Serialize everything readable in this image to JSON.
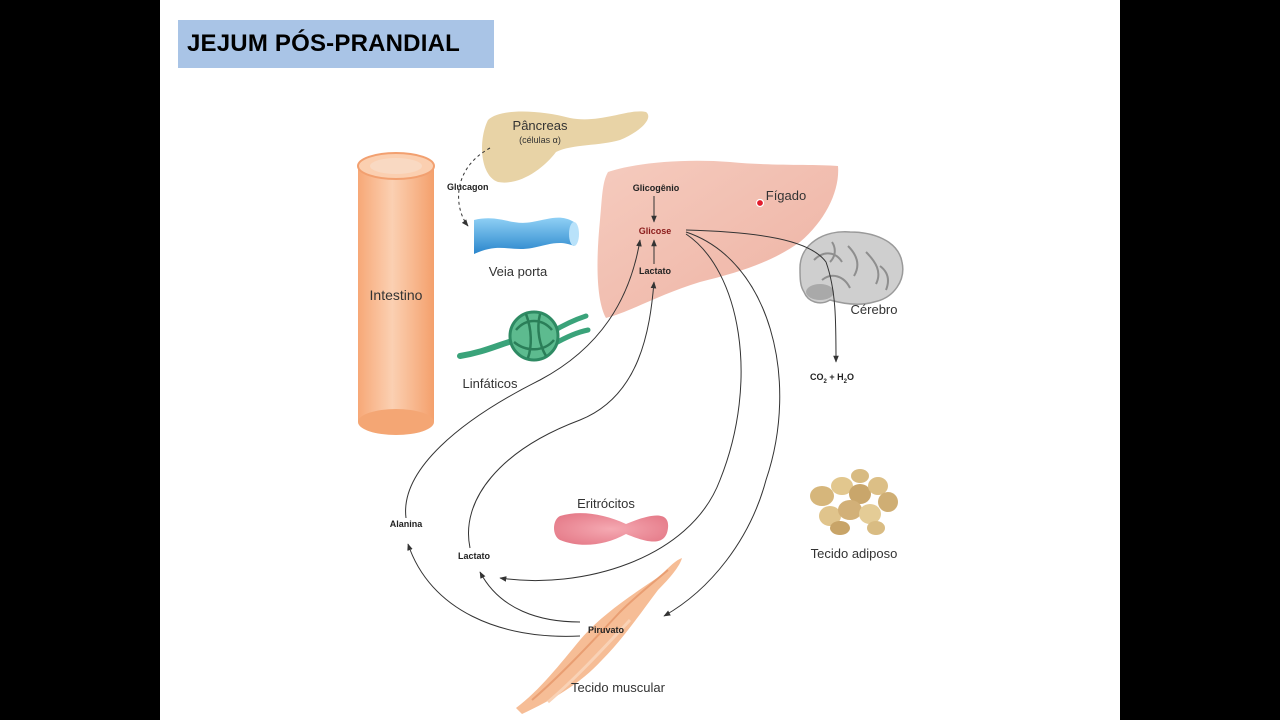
{
  "title": "JEJUM PÓS-PRANDIAL",
  "labels": {
    "pancreas": "Pâncreas",
    "pancreas_cells": "(células α)",
    "glucagon": "Glucagon",
    "portal_vein": "Veia porta",
    "intestine": "Intestino",
    "lymphatics": "Linfáticos",
    "liver": "Fígado",
    "glycogen": "Glicogênio",
    "glucose": "Glicose",
    "lactate_liver": "Lactato",
    "brain": "Cérebro",
    "co2": "CO",
    "sub2": "2",
    "plus_h": " + H",
    "o": "O",
    "erythrocytes": "Eritrócitos",
    "adipose": "Tecido adiposo",
    "alanine": "Alanina",
    "lactate_muscle": "Lactato",
    "pyruvate": "Piruvato",
    "muscle": "Tecido muscular"
  },
  "colors": {
    "title_bg": "#a9c4e6",
    "liver": "#f2c1b4",
    "intestine": "#f7b88f",
    "pancreas": "#e8d3a6",
    "portal_vein": "#4aa4e0",
    "lymphatics": "#3aa37a",
    "brain": "#c7c7c7",
    "erythrocytes": "#ee8c99",
    "adipose": "#d4b47a",
    "muscle": "#f6bd96",
    "glucose_text": "#8a1a1a"
  }
}
